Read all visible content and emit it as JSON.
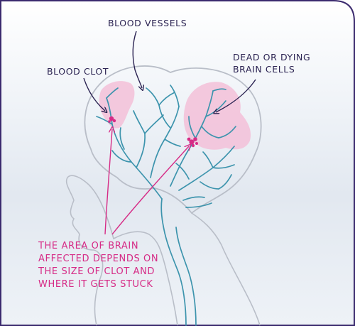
{
  "labels": {
    "blood_vessels": "BLOOD VESSELS",
    "blood_clot": "BLOOD CLOT",
    "dead_cells": [
      "DEAD OR DYING",
      "BRAIN CELLS"
    ],
    "caption": [
      "THE AREA OF BRAIN",
      "AFFECTED DEPENDS ON",
      "THE SIZE OF CLOT AND",
      "WHERE IT GETS STUCK"
    ]
  },
  "colors": {
    "frame": "#3b2a6e",
    "outline": "#b9bec8",
    "vessel": "#3d94ad",
    "affected_area": "#f3bfd8",
    "clot": "#d62b86",
    "dark_text": "#2b2352",
    "pink_text": "#d62b86"
  }
}
